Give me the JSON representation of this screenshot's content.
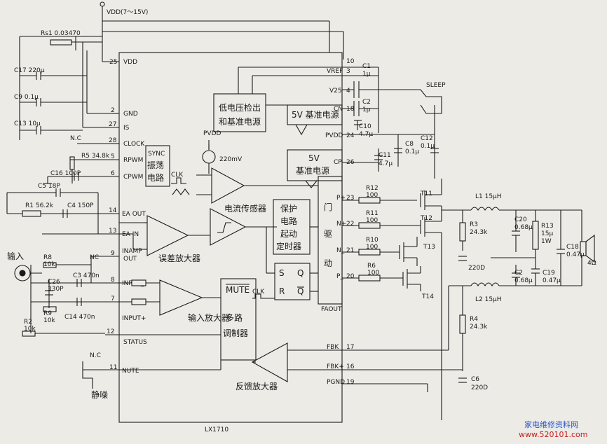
{
  "supply": {
    "vdd": "VDD(7～15V)",
    "pvdd": "PVDD",
    "ref_mv": "220mV"
  },
  "chip": {
    "name": "LX1710"
  },
  "blocks": {
    "uvlo_l1": "低电压检出",
    "uvlo_l2": "和基准电源",
    "ref5v_a": "5V  基准电源",
    "ref5v_b1": "5V",
    "ref5v_b2": "基准电源",
    "osc_l1": "SYNC",
    "osc_l2": "振荡",
    "osc_l3": "电路",
    "current_sense": "电流传感器",
    "prot_l1": "保护",
    "prot_l2": "电路",
    "prot_l3": "起动",
    "prot_l4": "定时器",
    "gate_l1": "门",
    "gate_l2": "驱",
    "gate_l3": "动",
    "err_amp": "误差放大器",
    "in_amp": "输入放大器",
    "mux_l1": "MUTE",
    "mux_l2": "多路",
    "mux_l3": "调制器",
    "fb_amp": "反馈放大器",
    "sr_s": "S",
    "sr_r": "R",
    "sr_q": "Q",
    "sr_qb": "Q"
  },
  "pins_left": [
    {
      "num": "25",
      "name": "VDD"
    },
    {
      "num": "2",
      "name": "GND"
    },
    {
      "num": "27",
      "name": "IS"
    },
    {
      "num": "28",
      "name": "CLOCK"
    },
    {
      "num": "5",
      "name": "RPWM"
    },
    {
      "num": "6",
      "name": "CPWM"
    },
    {
      "num": "14",
      "name": "EA  OUT"
    },
    {
      "num": "13",
      "name": "EA  IN"
    },
    {
      "num": "9",
      "name": "INAMP"
    },
    {
      "num": "8",
      "name": "INPUT_"
    },
    {
      "num": "7",
      "name": "INPUT+"
    },
    {
      "num": "12",
      "name": "STATUS"
    },
    {
      "num": "11",
      "name": "NUTE"
    }
  ],
  "pins_right": [
    {
      "num": "10",
      "name": ""
    },
    {
      "num": "3",
      "name": "VREF"
    },
    {
      "num": "4",
      "name": "V25"
    },
    {
      "num": "18",
      "name": "CN"
    },
    {
      "num": "24",
      "name": "PVDD"
    },
    {
      "num": "26",
      "name": "CP"
    },
    {
      "num": "23",
      "name": "P+"
    },
    {
      "num": "22",
      "name": "N+"
    },
    {
      "num": "21",
      "name": "N_"
    },
    {
      "num": "20",
      "name": "P_"
    },
    {
      "num": "",
      "name": "FAOUT"
    },
    {
      "num": "17",
      "name": "FBK_"
    },
    {
      "num": "16",
      "name": "FBK+"
    },
    {
      "num": "19",
      "name": "PGND"
    }
  ],
  "pin_out_suffix": "OUT",
  "components": {
    "rs1": "Rs1  0.03470",
    "c17": "C17  220μ",
    "c9": "C9  0.1μ",
    "c13": "C13  10μ",
    "nc1": "N.C",
    "r5": "R5  34.8k",
    "c16": "C16  100P",
    "c5": "C5  18P",
    "r1": "R1  56.2k",
    "c4": "C4  150P",
    "input_label": "输入",
    "r8": "R8",
    "r8v": "10k",
    "nc2": "NC",
    "c26": "C26",
    "c26v": "330P",
    "c3": "C3  470n",
    "r9": "R9",
    "r9v": "10k",
    "c14": "C14  470n",
    "r2": "R2",
    "r2v": "10k",
    "nc3": "N.C",
    "mute_label": "静噪",
    "clk1": "CLK",
    "clk2": "CLK",
    "c1": "C1",
    "c1v": "1μ",
    "c2a": "C2",
    "c2av": "1μ",
    "c10": "C10",
    "c10v": "4.7μ",
    "c11": "C11",
    "c11v": "4.7μ",
    "c8": "C8",
    "c8v": "0.1μ",
    "c12": "C12",
    "c12v": "0.1μ",
    "sleep": "SLEEP",
    "r12": "R12",
    "r12v": "100",
    "r11": "R11",
    "r11v": "100",
    "r10": "R10",
    "r10v": "100",
    "r6": "R6",
    "r6v": "100",
    "t11": "T11",
    "t12": "T12",
    "t13": "T13",
    "t14": "T14",
    "l1": "L1   15μH",
    "l2": "L2   15μH",
    "r3": "R3",
    "r3v": "24.3k",
    "r4": "R4",
    "r4v": "24.3k",
    "c220a": "220D",
    "c6": "C6",
    "c6v": "220D",
    "c20": "C20",
    "c20v": "0.68μ",
    "c2b": "C2",
    "c2bv": "0.68μ",
    "r13": "R13",
    "r13v": "15μ",
    "r13w": "1W",
    "c19": "C19",
    "c19v": "0.47μ",
    "c18": "C18",
    "c18v": "0.47μ",
    "spk": "4Ω"
  },
  "watermark": {
    "line1": "家电维修资料网",
    "line2": "www.520101.com"
  }
}
